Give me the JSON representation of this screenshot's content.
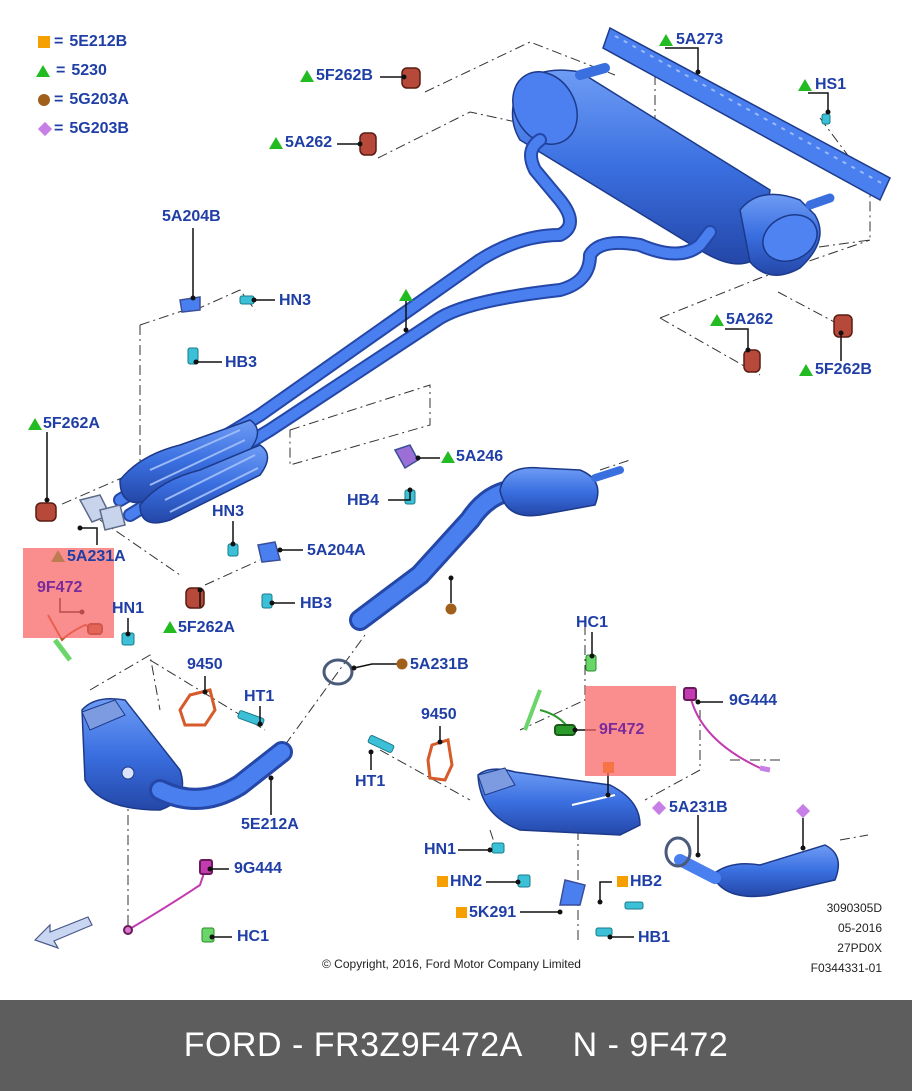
{
  "legend": [
    {
      "symbol": "square",
      "color": "#f5a000",
      "eq": "=",
      "code": "5E212B"
    },
    {
      "symbol": "triangle",
      "color": "#22bb22",
      "eq": "=",
      "code": "5230"
    },
    {
      "symbol": "circle",
      "color": "#a0601c",
      "eq": "=",
      "code": "5G203A"
    },
    {
      "symbol": "diamond",
      "color": "#c77ee6",
      "eq": "=",
      "code": "5G203B"
    }
  ],
  "labels": {
    "l5A273": "5A273",
    "lHS1": "HS1",
    "l5F262B_top": "5F262B",
    "l5A262_top": "5A262",
    "l5A204B": "5A204B",
    "lHN3_top": "HN3",
    "lHB3_top": "HB3",
    "l5A262_right": "5A262",
    "l5F262B_right": "5F262B",
    "l5F262A_left": "5F262A",
    "l5A246": "5A246",
    "lHB4": "HB4",
    "lHN3_mid": "HN3",
    "l5A204A": "5A204A",
    "l5A231A": "5A231A",
    "l9F472_left": "9F472",
    "lHN1_left": "HN1",
    "lHB3_mid": "HB3",
    "l5F262A_mid": "5F262A",
    "l5A231B_mid": "5A231B",
    "l9450_left": "9450",
    "lHT1_left": "HT1",
    "l5E212A": "5E212A",
    "lHC1_top": "HC1",
    "l9G444_right": "9G444",
    "l9F472_right": "9F472",
    "l9450_right": "9450",
    "lHT1_right": "HT1",
    "l5A231B_right": "5A231B",
    "lHN1_right": "HN1",
    "lHN2": "HN2",
    "lHB2": "HB2",
    "l5K291": "5K291",
    "lHB1": "HB1",
    "l9G444_bottom": "9G444",
    "lHC1_bottom": "HC1"
  },
  "meta": {
    "line1": "3090305D",
    "line2": "05-2016",
    "line3": "27PD0X",
    "line4": "F0344331-01"
  },
  "copyright": "© Copyright, 2016, Ford Motor Company Limited",
  "footer": {
    "left": "FORD - FR3Z9F472A",
    "right": "N - 9F472"
  },
  "colors": {
    "pipe": "#3a6fe0",
    "pipe_dark": "#2a4fb0",
    "label": "#1f3fa6",
    "highlight": "#f86262",
    "footer_bg": "#5d5d5d"
  }
}
